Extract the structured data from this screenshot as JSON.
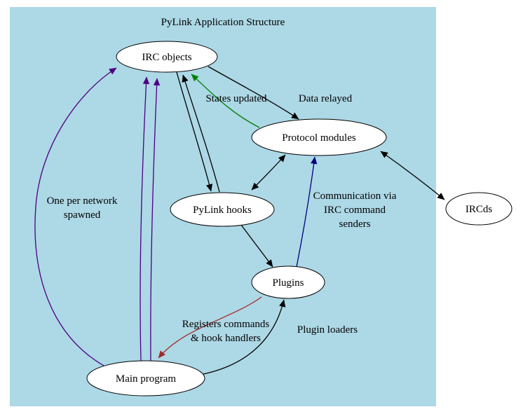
{
  "title": "PyLink Application Structure",
  "nodes": {
    "irc_objects": {
      "label": "IRC objects"
    },
    "protocol_modules": {
      "label": "Protocol modules"
    },
    "pylink_hooks": {
      "label": "PyLink hooks"
    },
    "plugins": {
      "label": "Plugins"
    },
    "main_program": {
      "label": "Main program"
    },
    "ircds": {
      "label": "IRCds"
    }
  },
  "edge_labels": {
    "data_relayed": {
      "text": "Data relayed",
      "color": "#000000"
    },
    "states_updated": {
      "text": "States updated",
      "color": "#008000"
    },
    "one_per_network": {
      "line1": "One per network",
      "line2": "spawned",
      "color": "#4B0082"
    },
    "communication": {
      "line1": "Communication via",
      "line2": "IRC command",
      "line3": "senders",
      "color": "#000080"
    },
    "registers_commands": {
      "line1": "Registers commands",
      "line2": "& hook handlers",
      "color": "#A52A2A"
    },
    "plugin_loaders": {
      "text": "Plugin loaders",
      "color": "#000000"
    }
  },
  "colors": {
    "background": "#ADD8E6",
    "node_fill": "#FFFFFF",
    "edge_black": "#000000",
    "edge_green": "#008000",
    "edge_purple": "#4B0082",
    "edge_blue": "#000080",
    "edge_darkred": "#A52A2A"
  }
}
